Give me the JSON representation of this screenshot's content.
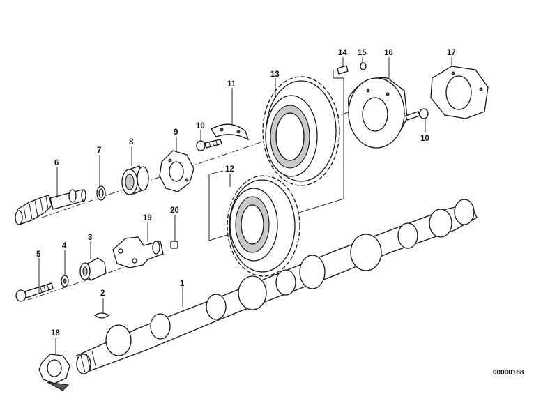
{
  "diagram": {
    "part_numbers": [
      "1",
      "2",
      "3",
      "4",
      "5",
      "6",
      "7",
      "8",
      "9",
      "10",
      "10",
      "11",
      "12",
      "13",
      "14",
      "15",
      "16",
      "17",
      "18",
      "19",
      "20"
    ],
    "drawing_code": "00000188"
  }
}
